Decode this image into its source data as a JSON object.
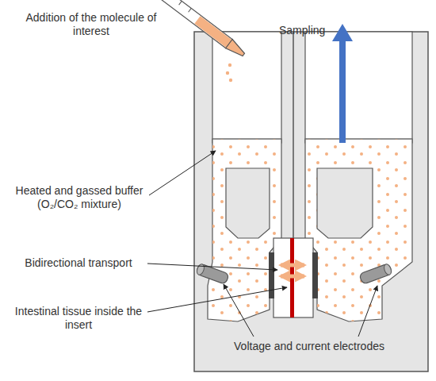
{
  "diagram": {
    "labels": [
      "Addition of the molecule of interest",
      "Sampling",
      "Heated and gassed buffer (O₂/CO₂ mixture)",
      "Bidirectional transport",
      "Intestinal tissue inside the insert",
      "Voltage and current electrodes"
    ]
  }
}
